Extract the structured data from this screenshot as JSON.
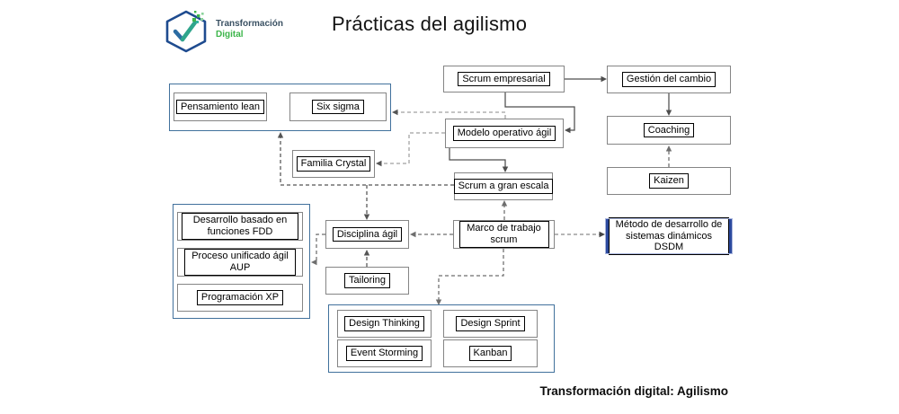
{
  "header": {
    "title": "Prácticas del agilismo",
    "logo": {
      "line1": "Transformación",
      "line2": "Digital"
    }
  },
  "nodes": {
    "scrum_empresarial": "Scrum empresarial",
    "gestion_cambio": "Gestión del cambio",
    "pensamiento_lean": "Pensamiento lean",
    "six_sigma": "Six sigma",
    "modelo_operativo": "Modelo operativo ágil",
    "coaching": "Coaching",
    "familia_crystal": "Familia Crystal",
    "kaizen": "Kaizen",
    "scrum_gran_escala": "Scrum a gran escala",
    "fdd": "Desarrollo basado en funciones FDD",
    "aup": "Proceso unificado ágil AUP",
    "xp": "Programación XP",
    "disciplina_agil": "Disciplina ágil",
    "marco_scrum": "Marco de trabajo scrum",
    "dsdm": "Método de desarrollo de sistemas dinámicos DSDM",
    "tailoring": "Tailoring",
    "design_thinking": "Design Thinking",
    "design_sprint": "Design Sprint",
    "event_storming": "Event Storming",
    "kanban": "Kanban"
  },
  "edges": [
    {
      "from": "Scrum empresarial",
      "to": "Gestión del cambio",
      "style": "solid"
    },
    {
      "from": "Gestión del cambio",
      "to": "Coaching",
      "style": "solid"
    },
    {
      "from": "Scrum empresarial",
      "to": "Modelo operativo ágil",
      "style": "solid"
    },
    {
      "from": "Modelo operativo ágil",
      "to": "Scrum a gran escala",
      "style": "solid"
    },
    {
      "from": "Pensamiento lean",
      "to": "Six sigma",
      "style": "solid",
      "bidirectional": true
    },
    {
      "from": "Modelo operativo ágil",
      "to": "grupo lean / six sigma",
      "style": "dashed"
    },
    {
      "from": "Modelo operativo ágil",
      "to": "Familia Crystal",
      "style": "dashed"
    },
    {
      "from": "Kaizen",
      "to": "Coaching",
      "style": "dashed"
    },
    {
      "from": "Scrum a gran escala",
      "to": "grupo lean / six sigma",
      "style": "dashed"
    },
    {
      "from": "Scrum a gran escala",
      "to": "Disciplina ágil",
      "style": "dashed"
    },
    {
      "from": "Marco de trabajo scrum",
      "to": "Scrum a gran escala",
      "style": "dashed"
    },
    {
      "from": "Marco de trabajo scrum",
      "to": "Disciplina ágil",
      "style": "dashed"
    },
    {
      "from": "Marco de trabajo scrum",
      "to": "Método de desarrollo de sistemas dinámicos DSDM",
      "style": "dashed"
    },
    {
      "from": "Marco de trabajo scrum",
      "to": "grupo design",
      "style": "dashed"
    },
    {
      "from": "Tailoring",
      "to": "Disciplina ágil",
      "style": "dashed"
    },
    {
      "from": "Disciplina ágil",
      "to": "grupo FDD",
      "style": "dashed"
    }
  ],
  "footer": {
    "caption": "Transformación digital: Agilismo"
  },
  "colors": {
    "group_border": "#41719c",
    "selected_border": "#2c4a9e",
    "node_border": "#858585",
    "label_border": "#000000",
    "logo_navy": "#1e4b8f",
    "logo_green": "#3cb54a",
    "logo_teal": "#2fa58c"
  }
}
